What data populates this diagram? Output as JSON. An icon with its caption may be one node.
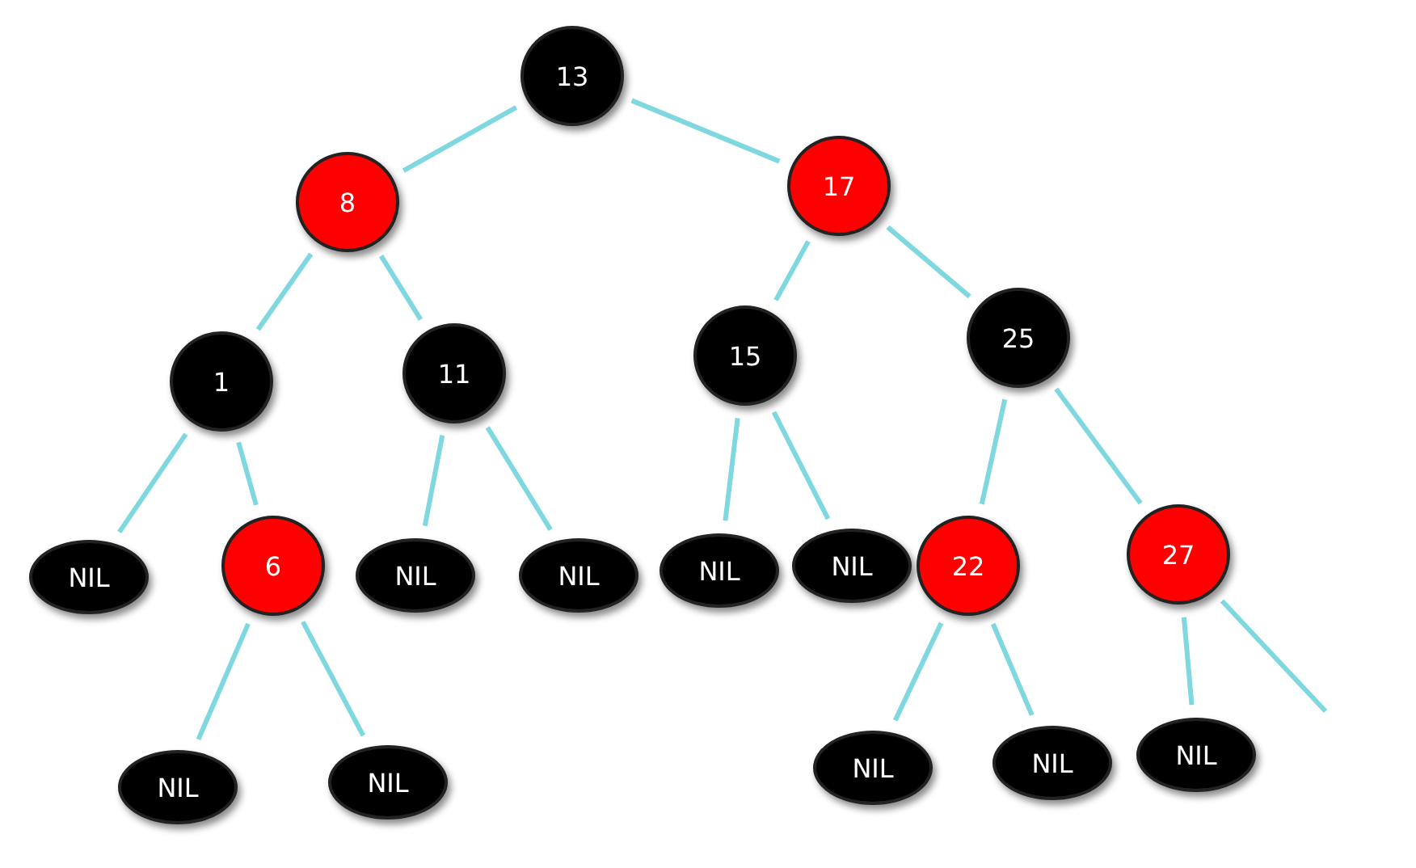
{
  "diagram": {
    "nodes": [
      {
        "text": [
          "13"
        ]
      },
      {
        "text": [
          "8"
        ]
      },
      {
        "text": [
          "17"
        ]
      },
      {
        "text": [
          "1"
        ]
      },
      {
        "text": [
          "11"
        ]
      },
      {
        "text": [
          "15"
        ]
      },
      {
        "text": [
          "25"
        ]
      },
      {
        "text": [
          "NIL"
        ]
      },
      {
        "text": [
          "6"
        ]
      },
      {
        "text": [
          "NIL"
        ]
      },
      {
        "text": [
          "NIL"
        ]
      },
      {
        "text": [
          "NIL"
        ]
      },
      {
        "text": [
          "NIL"
        ]
      },
      {
        "text": [
          "22"
        ]
      },
      {
        "text": [
          "27"
        ]
      },
      {
        "text": [
          "NIL"
        ]
      },
      {
        "text": [
          "NIL"
        ]
      },
      {
        "text": [
          "NIL"
        ]
      },
      {
        "text": [
          "NIL"
        ]
      },
      {
        "text": [
          "NIL"
        ]
      }
    ],
    "edges": [
      {
        "from": 0,
        "to": 1,
        "arrow": "none"
      },
      {
        "from": 0,
        "to": 2,
        "arrow": "none"
      },
      {
        "from": 1,
        "to": 3,
        "arrow": "none"
      },
      {
        "from": 1,
        "to": 4,
        "arrow": "none"
      },
      {
        "from": 2,
        "to": 5,
        "arrow": "none"
      },
      {
        "from": 2,
        "to": 6,
        "arrow": "none"
      },
      {
        "from": 3,
        "to": 7,
        "arrow": "none"
      },
      {
        "from": 3,
        "to": 8,
        "arrow": "none"
      },
      {
        "from": 4,
        "to": 9,
        "arrow": "none"
      },
      {
        "from": 4,
        "to": 10,
        "arrow": "none"
      },
      {
        "from": 5,
        "to": 11,
        "arrow": "none"
      },
      {
        "from": 5,
        "to": 12,
        "arrow": "none"
      },
      {
        "from": 6,
        "to": 13,
        "arrow": "none"
      },
      {
        "from": 6,
        "to": 14,
        "arrow": "none"
      },
      {
        "from": 8,
        "to": 15,
        "arrow": "none"
      },
      {
        "from": 8,
        "to": 16,
        "arrow": "none"
      },
      {
        "from": 13,
        "to": 17,
        "arrow": "none"
      },
      {
        "from": 13,
        "to": 18,
        "arrow": "none"
      },
      {
        "from": 14,
        "to": 19,
        "arrow": "none"
      },
      {
        "from": 14,
        "to": null,
        "arrow": "none"
      }
    ]
  }
}
